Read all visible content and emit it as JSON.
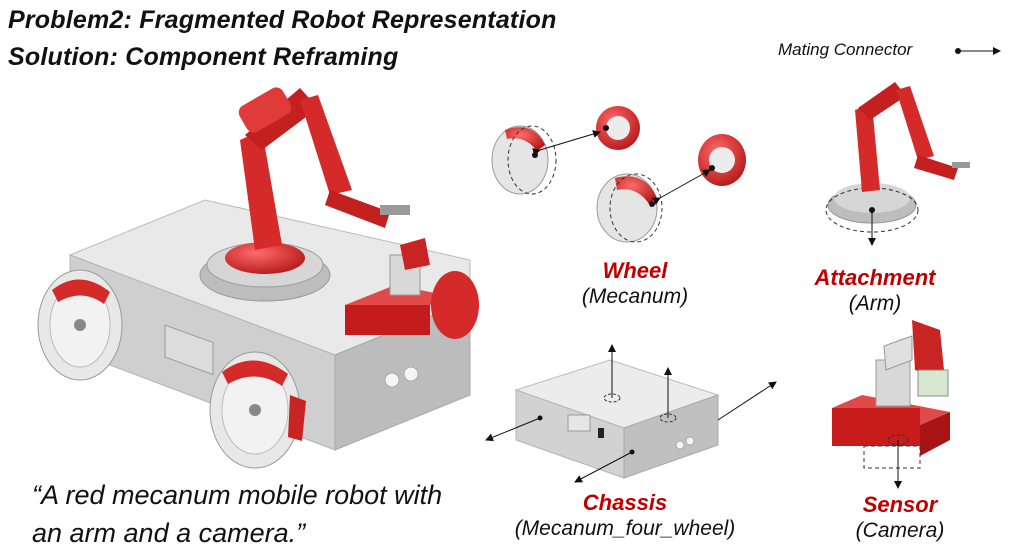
{
  "header": {
    "line1": "Problem2: Fragmented Robot Representation",
    "line2": "Solution: Component Reframing"
  },
  "legend": {
    "label": "Mating Connector"
  },
  "quote": {
    "line1": "“A red mecanum mobile robot with",
    "line2": "an arm and a camera.”"
  },
  "components": {
    "wheel": {
      "name": "Wheel",
      "type": "(Mecanum)"
    },
    "attachment": {
      "name": "Attachment",
      "type": "(Arm)"
    },
    "chassis": {
      "name": "Chassis",
      "type": "(Mecanum_four_wheel)"
    },
    "sensor": {
      "name": "Sensor",
      "type": "(Camera)"
    }
  },
  "colors": {
    "red": "#c00000",
    "robot_red": "#d42a2a",
    "gray": "#cfcfcf",
    "dark_gray": "#9a9a9a"
  }
}
